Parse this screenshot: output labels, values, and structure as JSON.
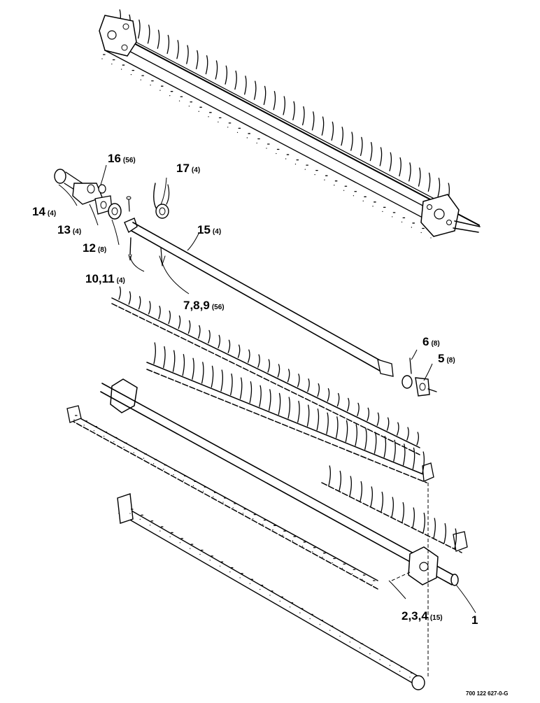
{
  "drawing_number": "700 122 627-0-G",
  "callouts": [
    {
      "id": "c1",
      "label": "1",
      "qty": ""
    },
    {
      "id": "c2",
      "label": "2,3,4",
      "qty": "(15)"
    },
    {
      "id": "c5",
      "label": "5",
      "qty": "(8)"
    },
    {
      "id": "c6",
      "label": "6",
      "qty": "(8)"
    },
    {
      "id": "c7",
      "label": "7,8,9",
      "qty": "(56)"
    },
    {
      "id": "c10",
      "label": "10,11",
      "qty": "(4)"
    },
    {
      "id": "c12",
      "label": "12",
      "qty": "(8)"
    },
    {
      "id": "c13",
      "label": "13",
      "qty": "(4)"
    },
    {
      "id": "c14",
      "label": "14",
      "qty": "(4)"
    },
    {
      "id": "c15",
      "label": "15",
      "qty": "(4)"
    },
    {
      "id": "c16",
      "label": "16",
      "qty": "(56)"
    },
    {
      "id": "c17",
      "label": "17",
      "qty": "(4)"
    }
  ]
}
